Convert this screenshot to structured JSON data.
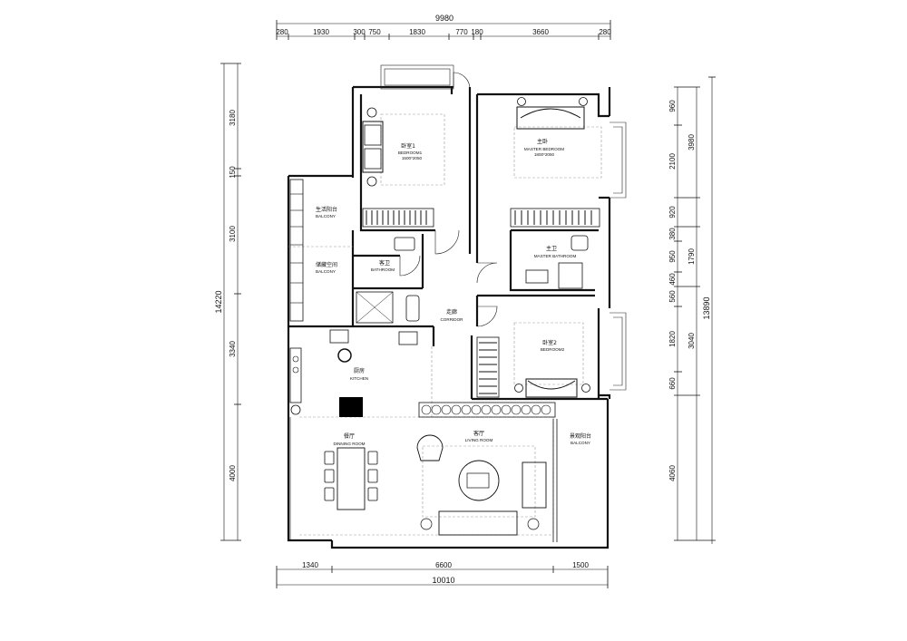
{
  "dimensions": {
    "top_total": "9980",
    "top_segments": [
      "280",
      "1930",
      "300",
      "750",
      "1830",
      "770",
      "180",
      "3660",
      "280"
    ],
    "bottom_segments": [
      "1340",
      "6600",
      "1500"
    ],
    "bottom_total": "10010",
    "left_total": "14220",
    "left_segments": [
      "3180",
      "150",
      "3100",
      "3340",
      "4000"
    ],
    "right_total": "13890",
    "right_outer": [
      "3980",
      "1790",
      "3040",
      "4060"
    ],
    "right_inner": [
      "960",
      "2100",
      "920",
      "380",
      "950",
      "460",
      "560",
      "1820",
      "660"
    ]
  },
  "rooms": {
    "bedroom1": {
      "cn": "卧室1",
      "en": "BEDROOM1",
      "size": "1500*2050"
    },
    "master_bedroom": {
      "cn": "主卧",
      "en": "MASTER BEDROOM",
      "size": "1800*2050"
    },
    "utility_balcony": {
      "cn": "生活阳台",
      "en": "BALCONY"
    },
    "storage": {
      "cn": "储藏空间",
      "en": "BALCONY"
    },
    "guest_bath": {
      "cn": "客卫",
      "en": "BATHROOM"
    },
    "master_bath": {
      "cn": "主卫",
      "en": "MASTER BATHROOM"
    },
    "corridor": {
      "cn": "走廊",
      "en": "CORRIDOR"
    },
    "bedroom2": {
      "cn": "卧室2",
      "en": "BEDROOM2"
    },
    "kitchen": {
      "cn": "厨房",
      "en": "KITCHEN"
    },
    "living": {
      "cn": "客厅",
      "en": "LIVING ROOM"
    },
    "dining": {
      "cn": "餐厅",
      "en": "DINNING ROOM"
    },
    "view_balcony": {
      "cn": "景观阳台",
      "en": "BALCONY"
    }
  },
  "colors": {
    "ink": "#111111",
    "dashed": "#999999",
    "fill_block": "#000000"
  }
}
